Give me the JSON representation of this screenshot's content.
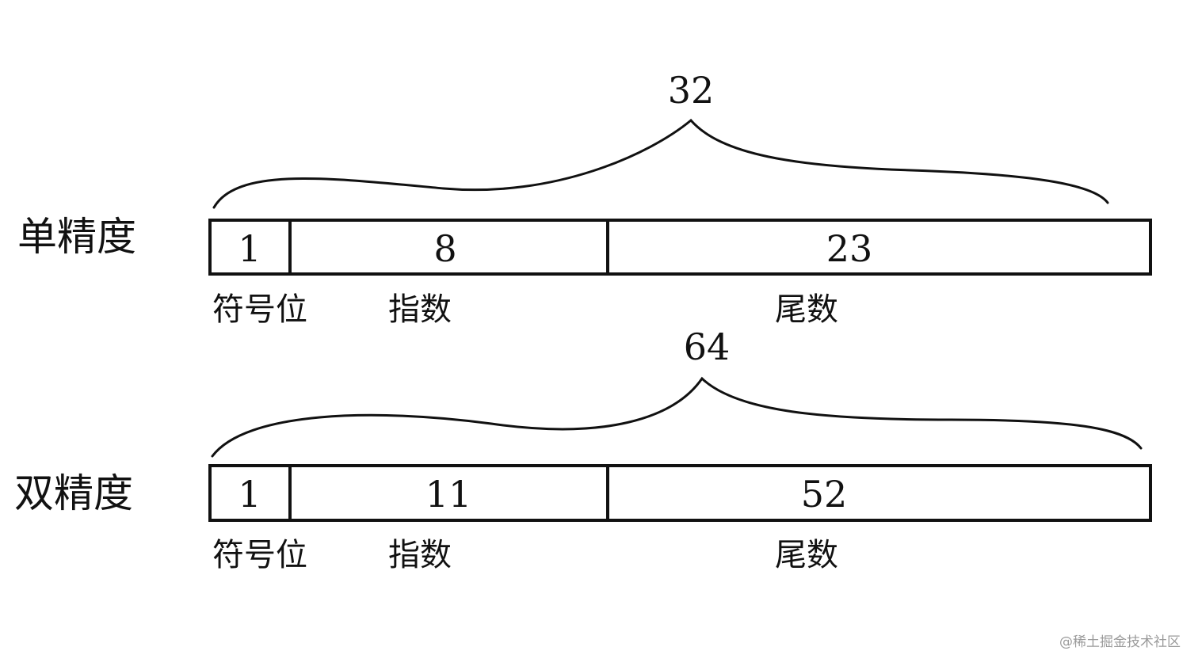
{
  "rows": [
    {
      "label": "单精度",
      "total": "32",
      "fields": [
        {
          "bits": "1",
          "name": "符号位"
        },
        {
          "bits": "8",
          "name": "指数"
        },
        {
          "bits": "23",
          "name": "尾数"
        }
      ]
    },
    {
      "label": "双精度",
      "total": "64",
      "fields": [
        {
          "bits": "1",
          "name": "符号位"
        },
        {
          "bits": "11",
          "name": "指数"
        },
        {
          "bits": "52",
          "name": "尾数"
        }
      ]
    }
  ],
  "watermark": "@稀土掘金技术社区"
}
